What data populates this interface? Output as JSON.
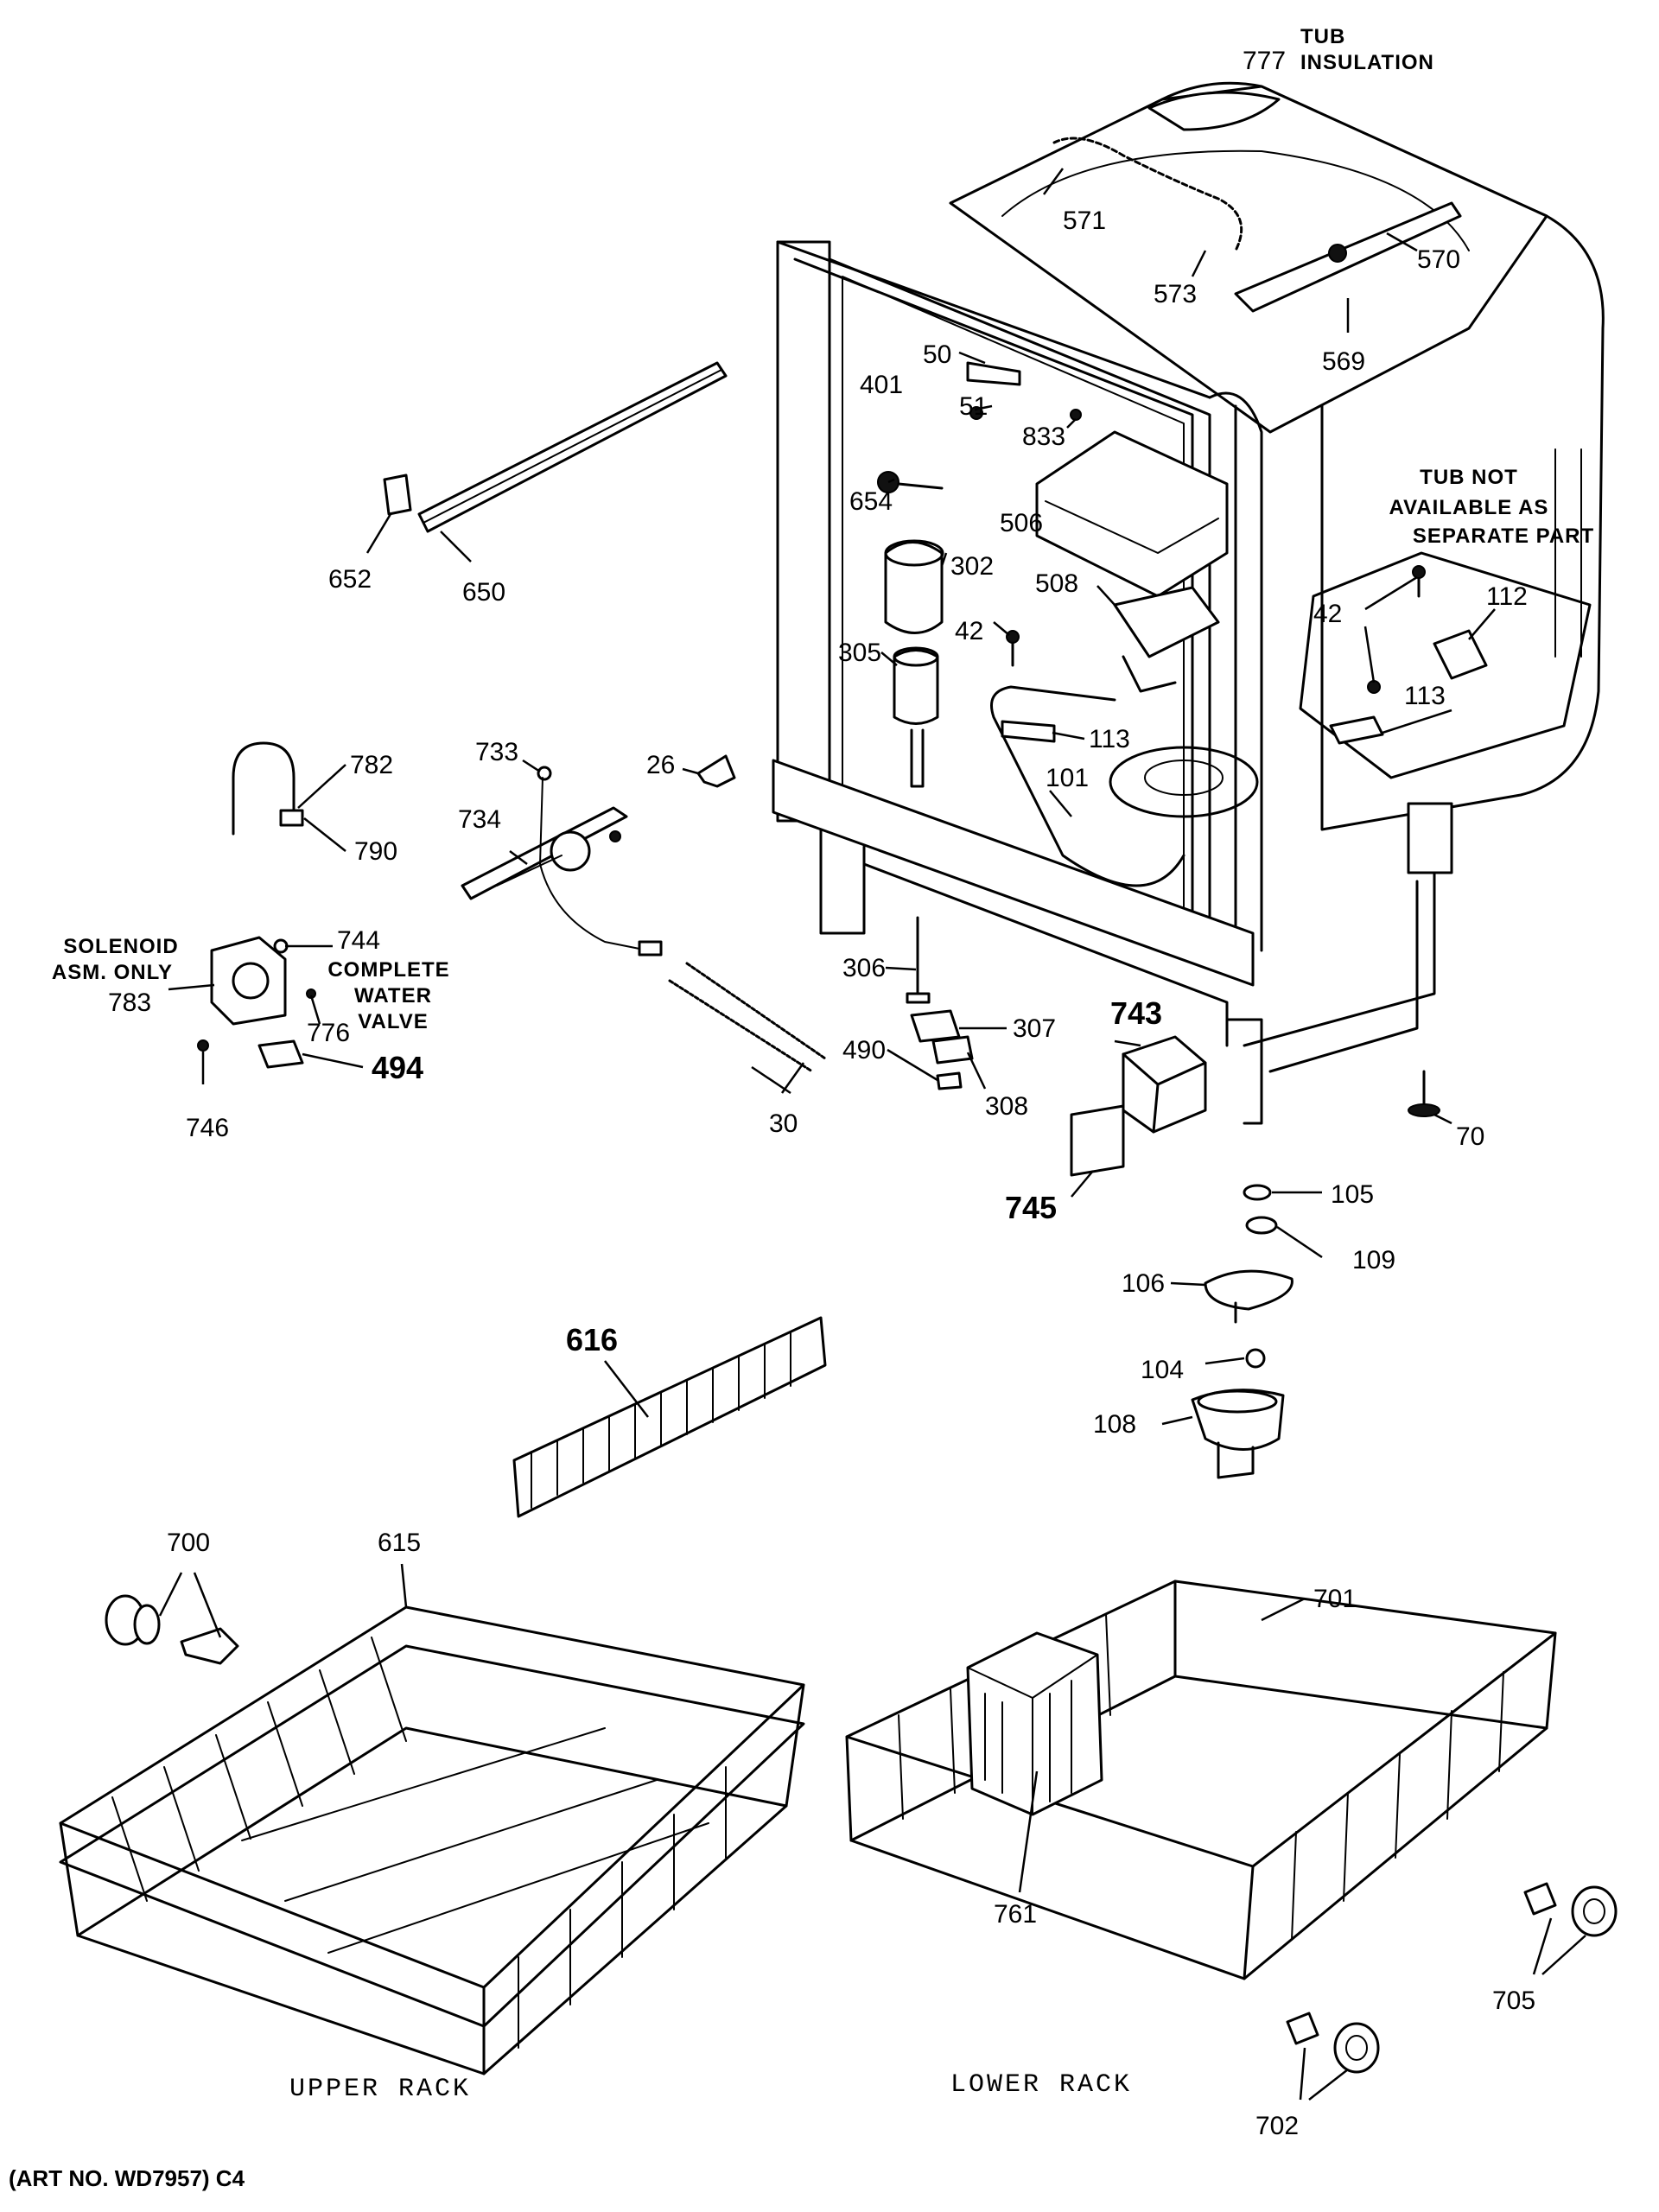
{
  "notes": {
    "tub_insulation": [
      "TUB",
      "INSULATION"
    ],
    "tub_not_available": [
      "TUB NOT",
      "AVAILABLE AS",
      "SEPARATE PART"
    ],
    "solenoid": [
      "SOLENOID",
      "ASM. ONLY"
    ],
    "complete_valve": [
      "COMPLETE",
      "WATER",
      "VALVE"
    ]
  },
  "captions": {
    "upper_rack": "UPPER RACK",
    "lower_rack": "LOWER RACK",
    "art_no": "(ART NO. WD7957) C4"
  },
  "callouts": [
    {
      "id": "c777",
      "text": "777"
    },
    {
      "id": "c571",
      "text": "571"
    },
    {
      "id": "c573",
      "text": "573"
    },
    {
      "id": "c570",
      "text": "570"
    },
    {
      "id": "c569",
      "text": "569"
    },
    {
      "id": "c50",
      "text": "50"
    },
    {
      "id": "c401",
      "text": "401"
    },
    {
      "id": "c51",
      "text": "51"
    },
    {
      "id": "c833",
      "text": "833"
    },
    {
      "id": "c654",
      "text": "654"
    },
    {
      "id": "c506",
      "text": "506"
    },
    {
      "id": "c302",
      "text": "302"
    },
    {
      "id": "c508",
      "text": "508"
    },
    {
      "id": "c42a",
      "text": "42"
    },
    {
      "id": "c305",
      "text": "305"
    },
    {
      "id": "c113a",
      "text": "113"
    },
    {
      "id": "c101",
      "text": "101"
    },
    {
      "id": "c26",
      "text": "26"
    },
    {
      "id": "c652",
      "text": "652"
    },
    {
      "id": "c650",
      "text": "650"
    },
    {
      "id": "c42b",
      "text": "42"
    },
    {
      "id": "c112",
      "text": "112"
    },
    {
      "id": "c113b",
      "text": "113"
    },
    {
      "id": "c782",
      "text": "782"
    },
    {
      "id": "c790",
      "text": "790"
    },
    {
      "id": "c733",
      "text": "733"
    },
    {
      "id": "c734",
      "text": "734"
    },
    {
      "id": "c744",
      "text": "744"
    },
    {
      "id": "c783",
      "text": "783"
    },
    {
      "id": "c776",
      "text": "776"
    },
    {
      "id": "c494",
      "text": "494"
    },
    {
      "id": "c746",
      "text": "746"
    },
    {
      "id": "c30",
      "text": "30"
    },
    {
      "id": "c306",
      "text": "306"
    },
    {
      "id": "c307",
      "text": "307"
    },
    {
      "id": "c490",
      "text": "490"
    },
    {
      "id": "c308",
      "text": "308"
    },
    {
      "id": "c743",
      "text": "743"
    },
    {
      "id": "c745",
      "text": "745"
    },
    {
      "id": "c70",
      "text": "70"
    },
    {
      "id": "c105",
      "text": "105"
    },
    {
      "id": "c109",
      "text": "109"
    },
    {
      "id": "c106",
      "text": "106"
    },
    {
      "id": "c104",
      "text": "104"
    },
    {
      "id": "c108",
      "text": "108"
    },
    {
      "id": "c616",
      "text": "616"
    },
    {
      "id": "c700",
      "text": "700"
    },
    {
      "id": "c615",
      "text": "615"
    },
    {
      "id": "c701",
      "text": "701"
    },
    {
      "id": "c761",
      "text": "761"
    },
    {
      "id": "c705",
      "text": "705"
    },
    {
      "id": "c702",
      "text": "702"
    }
  ]
}
